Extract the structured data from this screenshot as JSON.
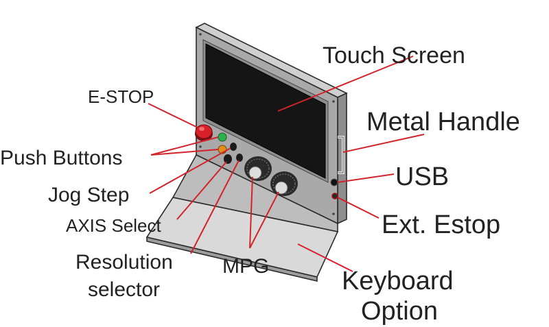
{
  "labels": {
    "touch_screen": "Touch Screen",
    "e_stop": "E-STOP",
    "metal_handle": "Metal Handle",
    "push_buttons": "Push Buttons",
    "usb": "USB",
    "jog_step": "Jog Step",
    "ext_estop": "Ext. Estop",
    "axis_select": "AXIS Select",
    "resolution_line1": "Resolution",
    "resolution_line2": "selector",
    "mpg": "MPG",
    "keyboard_line1": "Keyboard",
    "keyboard_line2": "Option"
  },
  "colors": {
    "leader": "#d2232a",
    "housing": "#a7a7a7",
    "screen": "#151515",
    "estop": "#d8202a",
    "green_button": "#2fb24a",
    "amber_button": "#e0901a"
  },
  "icons": {
    "estop": "red-mushroom-button-icon",
    "mpg": "hand-wheel-icon",
    "usb": "usb-port-icon"
  }
}
